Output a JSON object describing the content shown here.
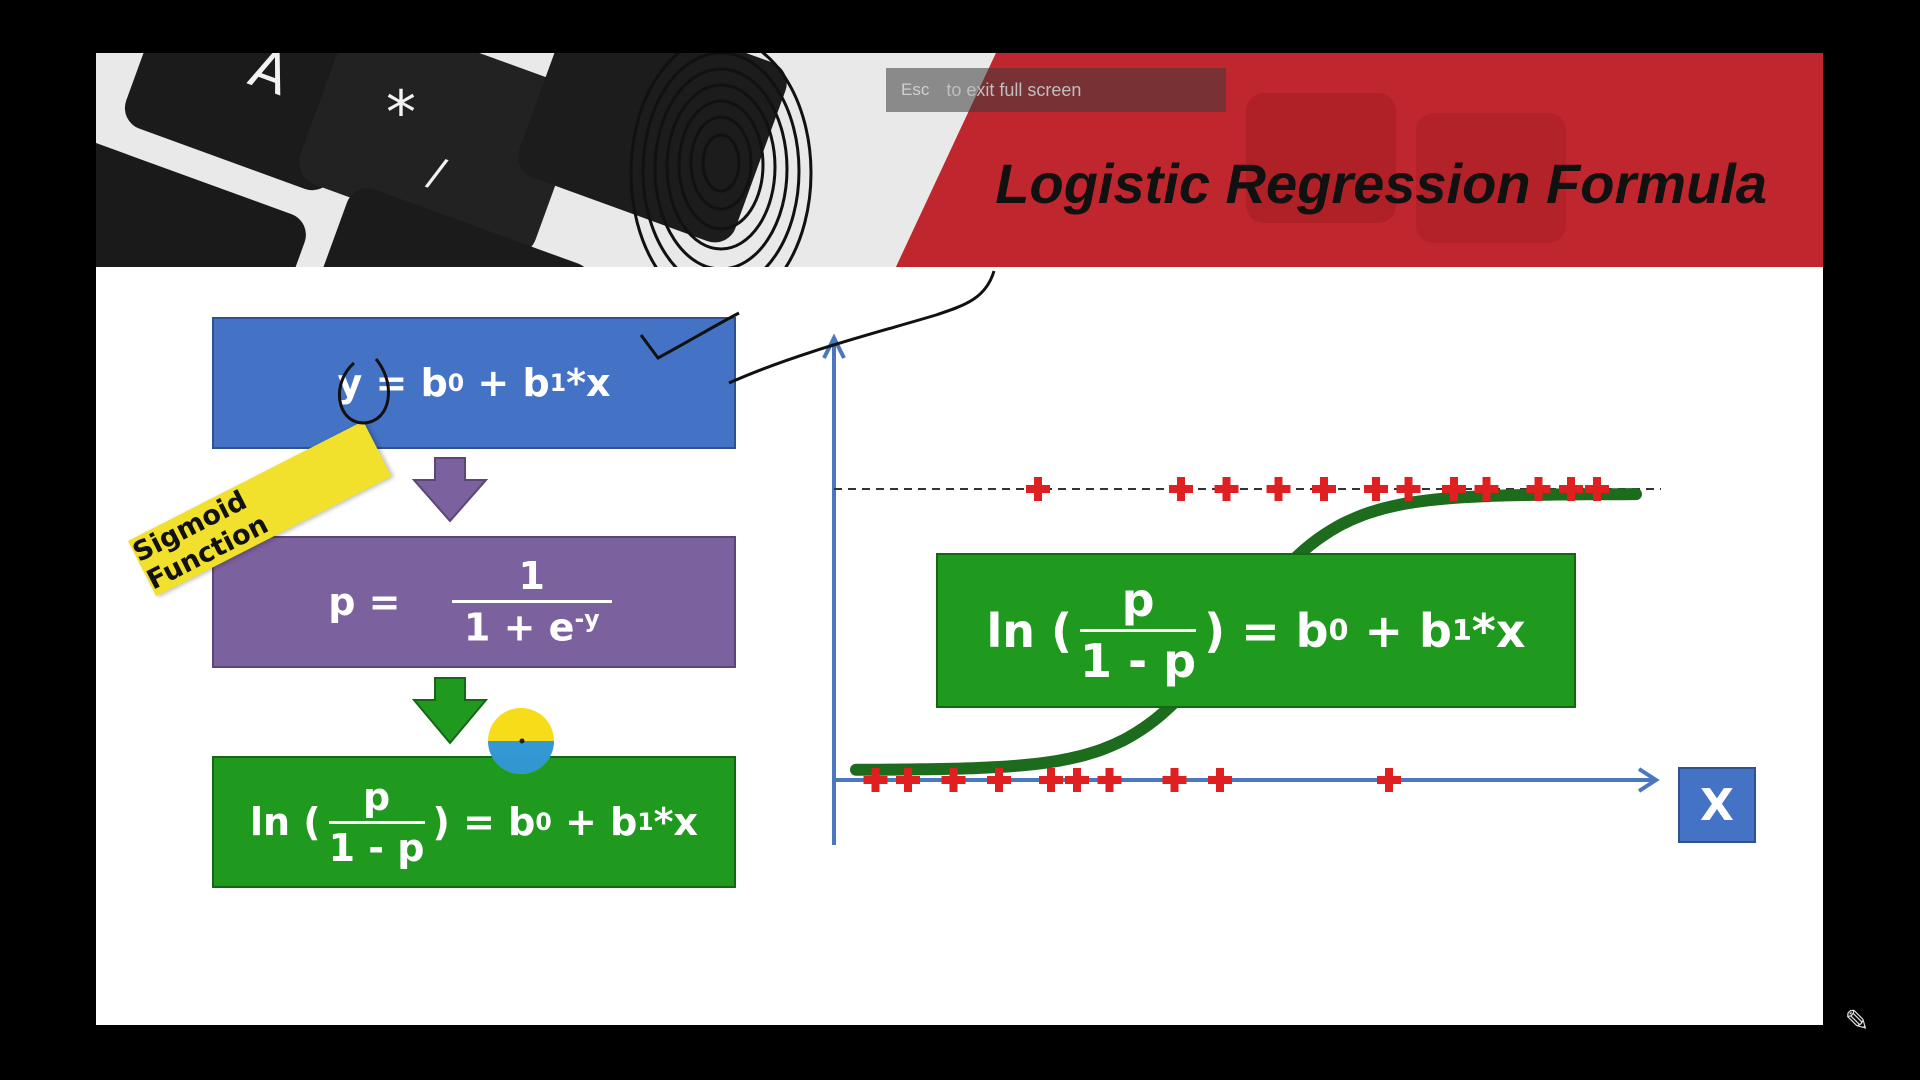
{
  "slide": {
    "title": "Logistic Regression Formula",
    "esc_key": "Esc",
    "esc_text": "to exit full screen"
  },
  "formulas": {
    "linear": {
      "y": "y",
      "eq": " = b",
      "sub0": "0",
      "plus": " + b",
      "sub1": "1",
      "tail": "*x"
    },
    "sigmoid_label": "Sigmoid Function",
    "sigmoid": {
      "lhs": "p = ",
      "num": "1",
      "den_base": "1 + e",
      "den_sup": "-y"
    },
    "logit": {
      "lhs": "ln (",
      "num": "p",
      "den": "1 - p",
      "rhs": ") = b",
      "sub0": "0",
      "plus": " + b",
      "sub1": "1",
      "tail": "*x"
    },
    "logit_big": {
      "lhs": "ln (",
      "num": "p",
      "den": "1 - p",
      "rhs": ") = b",
      "sub0": "0",
      "plus": " + b",
      "sub1": "1",
      "tail": "*x"
    }
  },
  "chart_data": {
    "type": "scatter",
    "xlabel": "X",
    "series": [
      {
        "values_y": 0,
        "x": [
          0.3,
          0.8,
          1.5,
          2.2,
          3.0,
          3.4,
          3.9,
          4.9,
          5.6,
          8.2
        ]
      },
      {
        "values_y": 1,
        "x": [
          2.8,
          5.0,
          5.7,
          6.5,
          7.2,
          8.0,
          8.5,
          9.2,
          9.7,
          10.5,
          11.0,
          11.4
        ]
      }
    ],
    "curve": "sigmoid",
    "colors": {
      "points": "#e02020",
      "curve": "#1d6b1d",
      "axis": "#4a78c0",
      "dashed": "#333333"
    }
  },
  "colors": {
    "blue_box": "#4472c4",
    "purple_box": "#7b619e",
    "green_box": "#1f9a1f",
    "header_red": "#c0262d",
    "sigmoid_label": "#f2e12c"
  }
}
